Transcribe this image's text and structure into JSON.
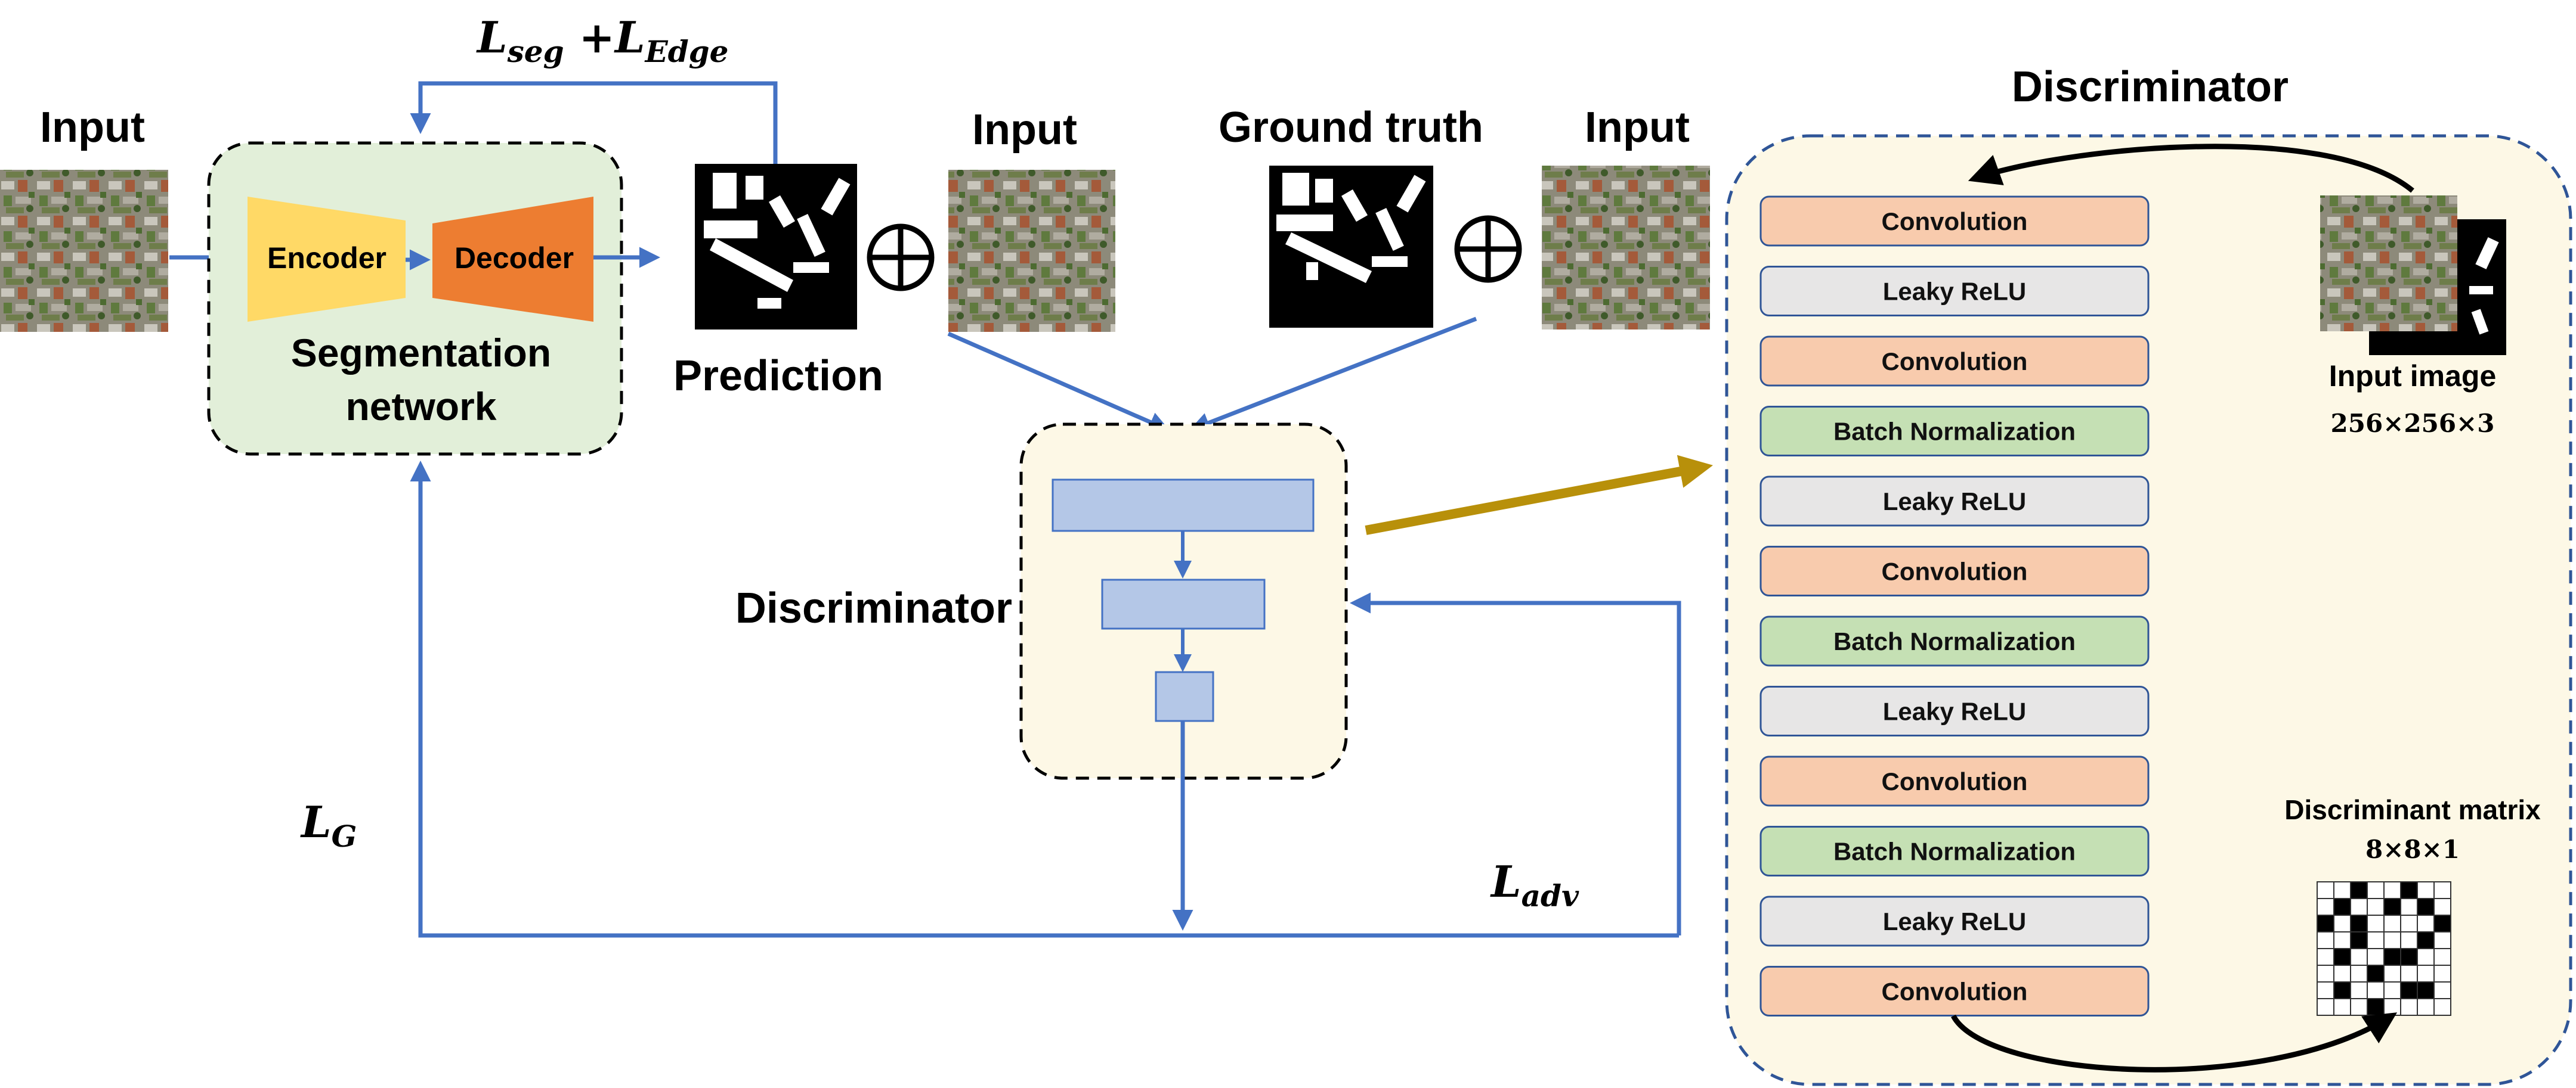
{
  "labels": {
    "input_left": "Input",
    "input_pred": "Input",
    "input_gt": "Input",
    "ground_truth": "Ground truth",
    "prediction": "Prediction",
    "encoder": "Encoder",
    "decoder": "Decoder",
    "seg_line1": "Segmentation",
    "seg_line2": "network",
    "discriminator_small": "Discriminator",
    "discriminator_big": "Discriminator",
    "input_image": "Input image",
    "input_image_dim": "256×256×3",
    "disc_matrix": "Discriminant matrix",
    "disc_matrix_dim": "8×8×1",
    "oplus": "⊕"
  },
  "losses": {
    "seg_base": "L",
    "seg_sub": "seg",
    "plus": " +",
    "edge_base": "L",
    "edge_sub": "Edge",
    "g_base": "L",
    "g_sub": "G",
    "adv_base": "L",
    "adv_sub": "adv"
  },
  "layers": [
    {
      "label": "Convolution",
      "kind": "conv"
    },
    {
      "label": "Leaky ReLU",
      "kind": "relu"
    },
    {
      "label": "Convolution",
      "kind": "conv"
    },
    {
      "label": "Batch Normalization",
      "kind": "bn"
    },
    {
      "label": "Leaky ReLU",
      "kind": "relu"
    },
    {
      "label": "Convolution",
      "kind": "conv"
    },
    {
      "label": "Batch Normalization",
      "kind": "bn"
    },
    {
      "label": "Leaky ReLU",
      "kind": "relu"
    },
    {
      "label": "Convolution",
      "kind": "conv"
    },
    {
      "label": "Batch Normalization",
      "kind": "bn"
    },
    {
      "label": "Leaky ReLU",
      "kind": "relu"
    },
    {
      "label": "Convolution",
      "kind": "conv"
    }
  ],
  "colors": {
    "arrow": "#4472c4",
    "gold_arrow": "#b8900a",
    "conv": "#f8cbad",
    "relu": "#e7e6e6",
    "bn": "#c5e0b4",
    "layer_border": "#2f5597",
    "seg_bg": "#e2efd9",
    "disc_bg": "#fdf8e6",
    "encoder": "#ffd966",
    "decoder": "#ed7d31",
    "disc_block": "#b4c7e7",
    "dashed_blue": "#2f5597"
  },
  "matrix": {
    "size": 8,
    "black": [
      [
        0,
        2
      ],
      [
        0,
        5
      ],
      [
        1,
        1
      ],
      [
        1,
        4
      ],
      [
        1,
        6
      ],
      [
        2,
        0
      ],
      [
        2,
        2
      ],
      [
        2,
        7
      ],
      [
        3,
        2
      ],
      [
        3,
        6
      ],
      [
        4,
        1
      ],
      [
        4,
        4
      ],
      [
        4,
        5
      ],
      [
        5,
        3
      ],
      [
        6,
        1
      ],
      [
        6,
        5
      ],
      [
        6,
        6
      ],
      [
        7,
        3
      ]
    ]
  }
}
